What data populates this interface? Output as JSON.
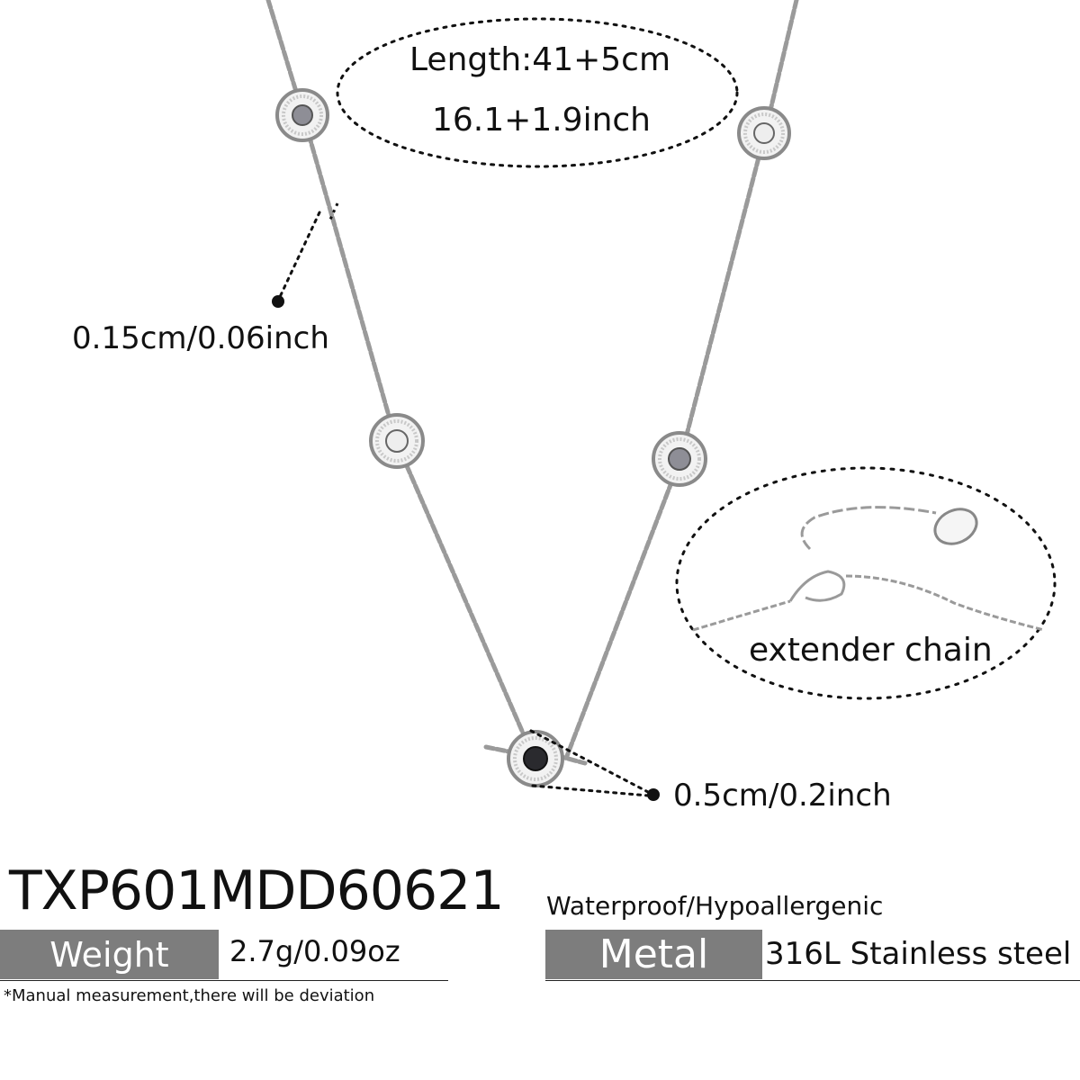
{
  "product": {
    "length_line1": "Length:41+5cm",
    "length_line2": "16.1+1.9inch",
    "chain_width": "0.15cm/0.06inch",
    "extender_label": "extender  chain",
    "stone_size": "0.5cm/0.2inch",
    "sku": "TXP601MDD60621",
    "features": "Waterproof/Hypoallergenic",
    "weight_label": "Weight",
    "weight_value": "2.7g/0.09oz",
    "metal_label": "Metal",
    "metal_value": "316L Stainless steel",
    "note": "*Manual measurement,there will be deviation"
  },
  "colors": {
    "label_bg": "#7d7d7d",
    "label_text": "#ffffff",
    "chain": "#a8a8a8",
    "text": "#111111"
  }
}
